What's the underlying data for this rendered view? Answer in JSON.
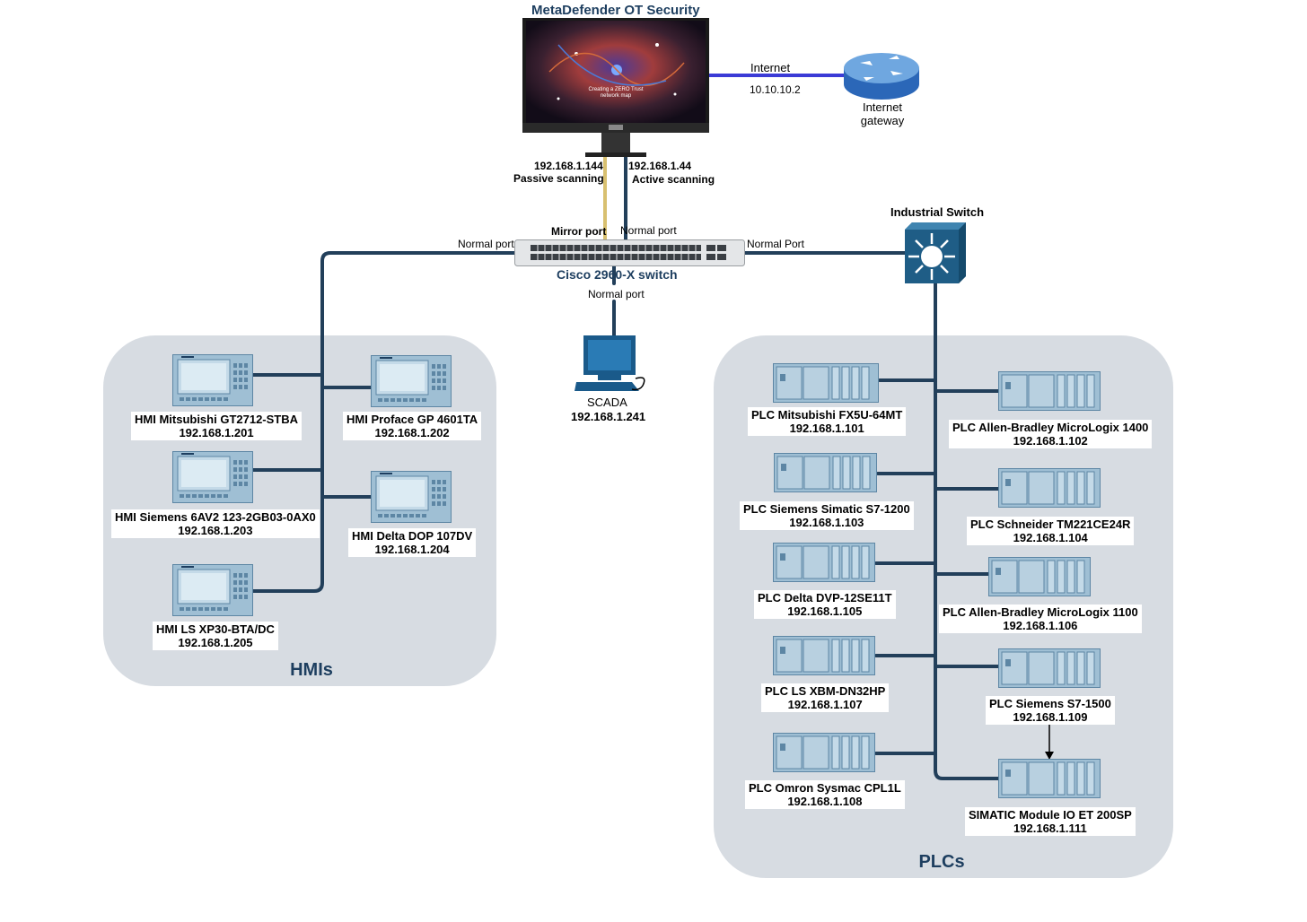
{
  "monitor": {
    "title": "MetaDefender OT Security",
    "screen_text": "Creating a ZERO Trust network map"
  },
  "internet": {
    "link_label": "Internet",
    "ip": "10.10.10.2",
    "gateway_label": "Internet gateway"
  },
  "scan": {
    "passive_ip": "192.168.1.144",
    "passive_label": "Passive scanning",
    "active_ip": "192.168.1.44",
    "active_label": "Active scanning"
  },
  "cisco": {
    "name": "Cisco 2960-X switch",
    "mirror_port": "Mirror port",
    "port_top_right": "Normal port",
    "port_left": "Normal port",
    "port_bottom": "Normal port",
    "port_right": "Normal Port"
  },
  "industrial_switch": {
    "name": "Industrial Switch"
  },
  "scada": {
    "name": "SCADA",
    "ip": "192.168.1.241"
  },
  "hmi_zone": {
    "title": "HMIs"
  },
  "plc_zone": {
    "title": "PLCs"
  },
  "hmis": [
    {
      "name": "HMI Mitsubishi GT2712-STBA",
      "ip": "192.168.1.201"
    },
    {
      "name": "HMI Proface GP 4601TA",
      "ip": "192.168.1.202"
    },
    {
      "name": "HMI Siemens 6AV2 123-2GB03-0AX0",
      "ip": "192.168.1.203"
    },
    {
      "name": "HMI Delta DOP 107DV",
      "ip": "192.168.1.204"
    },
    {
      "name": "HMI LS XP30-BTA/DC",
      "ip": "192.168.1.205"
    }
  ],
  "plcs": [
    {
      "name": "PLC Mitsubishi FX5U-64MT",
      "ip": "192.168.1.101"
    },
    {
      "name": "PLC Allen-Bradley MicroLogix 1400",
      "ip": "192.168.1.102"
    },
    {
      "name": "PLC Siemens Simatic S7-1200",
      "ip": "192.168.1.103"
    },
    {
      "name": "PLC Schneider TM221CE24R",
      "ip": "192.168.1.104"
    },
    {
      "name": "PLC Delta DVP-12SE11T",
      "ip": "192.168.1.105"
    },
    {
      "name": "PLC Allen-Bradley MicroLogix 1100",
      "ip": "192.168.1.106"
    },
    {
      "name": "PLC LS XBM-DN32HP",
      "ip": "192.168.1.107"
    },
    {
      "name": "PLC Siemens S7-1500",
      "ip": "192.168.1.109"
    },
    {
      "name": "PLC Omron Sysmac CPL1L",
      "ip": "192.168.1.108"
    },
    {
      "name": "SIMATIC Module IO ET 200SP",
      "ip": "192.168.1.111"
    }
  ],
  "colors": {
    "cable": "#223f5a",
    "internet_link": "#3b3bd6",
    "mirror_link": "#d8c070",
    "zone_bg": "#d7dce2",
    "device_blue": "#8fb3cb"
  }
}
